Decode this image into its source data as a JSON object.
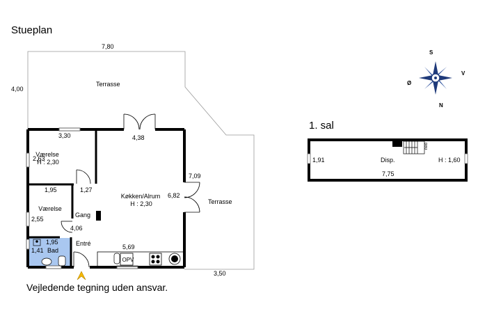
{
  "titles": {
    "ground_floor": "Stueplan",
    "upper_floor": "1. sal"
  },
  "disclaimer": "Vejledende tegning uden ansvar.",
  "compass": {
    "north": "N",
    "south": "S",
    "east": "Ø",
    "west": "V"
  },
  "terraces": {
    "top": "Terrasse",
    "right": "Terrasse"
  },
  "dimensions": {
    "top_width": "7,80",
    "left_height": "4,00",
    "room1_width": "3,30",
    "room1_height": "2,63",
    "living_width": "4,38",
    "right_wall": "7,09",
    "living_height": "6,82",
    "gang_width": "1,27",
    "room2_width": "1,95",
    "room2_height": "2,55",
    "entre_length": "4,06",
    "bath_width": "1,95",
    "bath_height": "1,41",
    "kitchen_width": "5,69",
    "terrace_bottom": "3,50",
    "attic_height": "1,91",
    "attic_width": "7,75"
  },
  "rooms": {
    "vaerelse1_name": "Værelse",
    "vaerelse1_height": "H : 2,30",
    "kitchen_name": "Køkken/Alrum",
    "kitchen_height": "H : 2,30",
    "vaerelse2_name": "Værelse",
    "gang": "Gang",
    "entre": "Entré",
    "bad": "Bad",
    "opv": "OPV",
    "attic_name": "Disp.",
    "attic_height": "H : 1,60",
    "stair_label": "ned"
  },
  "colors": {
    "bath_fill": "#a9c7f0",
    "entrance_arrow": "#f5b800",
    "wall": "#000000"
  }
}
